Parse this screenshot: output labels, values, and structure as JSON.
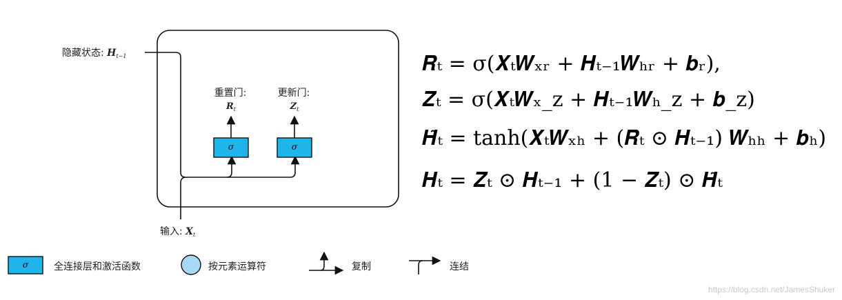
{
  "diagram": {
    "hidden_state_label": "隐藏状态:",
    "hidden_state_symbol": "H",
    "hidden_state_sub": "t−1",
    "reset_gate_label": "重置门:",
    "reset_gate_symbol": "R",
    "reset_gate_sub": "t",
    "update_gate_label": "更新门:",
    "update_gate_symbol": "Z",
    "update_gate_sub": "t",
    "sigma": "σ",
    "input_label": "输入:",
    "input_symbol": "X",
    "input_sub": "t"
  },
  "equations": [
    "𝑹ₜ = σ(𝑿ₜ𝑾ₓᵣ + 𝑯ₜ₋₁𝑾ₕᵣ + 𝒃ᵣ),",
    "𝒁ₜ = σ(𝑿ₜ𝑾ₓ_z + 𝑯ₜ₋₁𝑾ₕ_z + 𝒃_z)",
    "𝑯̃ₜ = tanh(𝑿ₜ𝑾ₓₕ + (𝑹ₜ ⊙ 𝑯ₜ₋₁) 𝑾ₕₕ + 𝒃ₕ)",
    "𝑯ₜ = 𝒁ₜ ⊙ 𝑯ₜ₋₁ + (1 − 𝒁ₜ) ⊙ 𝑯̃ₜ"
  ],
  "legend": {
    "fc_sigma": "σ",
    "fc_label": "全连接层和激活函数",
    "elementwise_label": "按元素运算符",
    "copy_label": "复制",
    "concat_label": "连结"
  },
  "watermark": "https://blog.csdn.net/JamesShuker",
  "colors": {
    "gate_fill": "#1fb5ea",
    "elementwise_fill": "#a8d8f4",
    "line": "#111111"
  }
}
